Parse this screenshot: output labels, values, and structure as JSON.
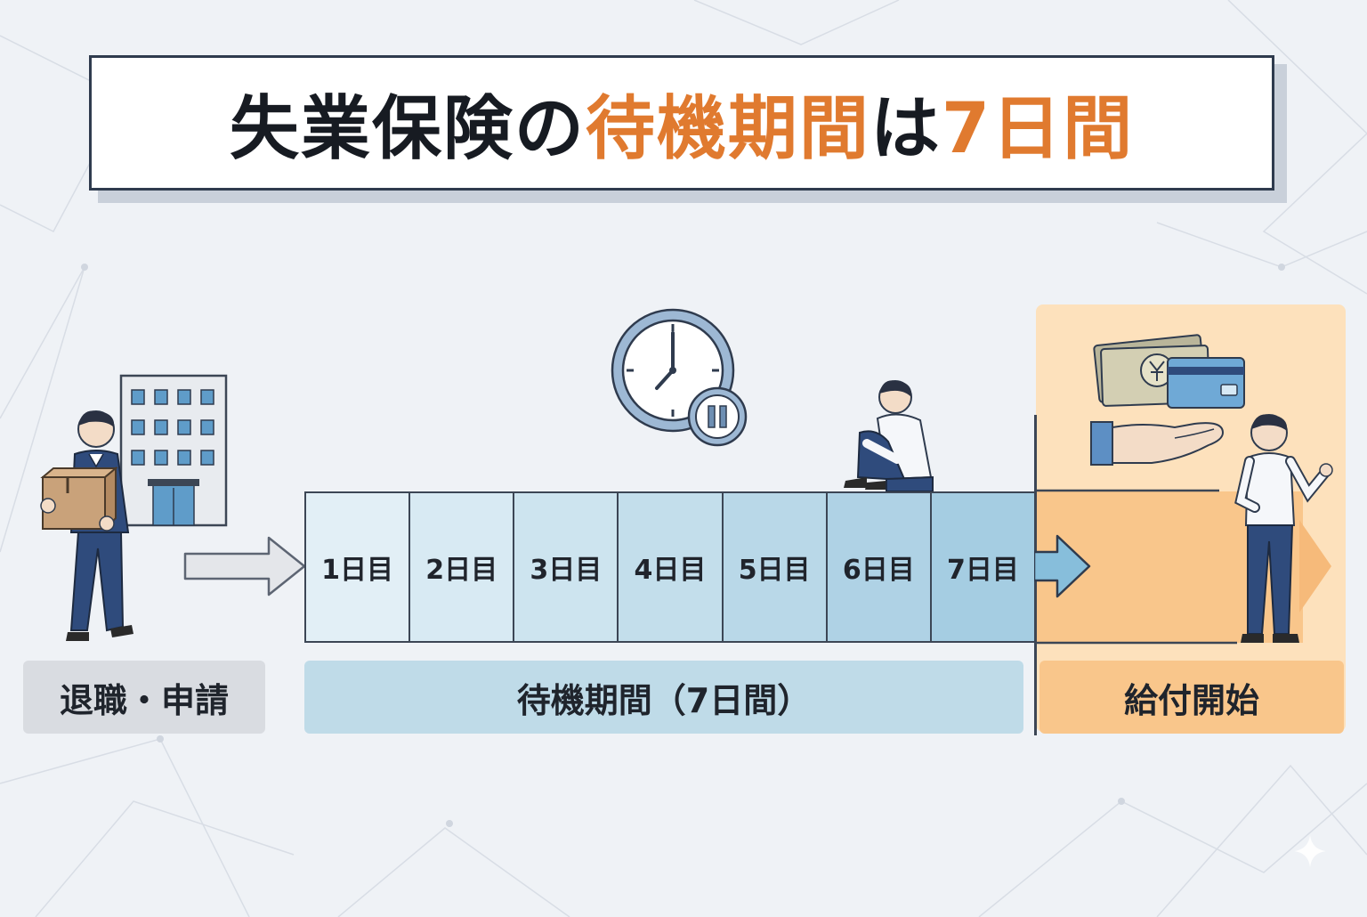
{
  "title": {
    "part1": "失業保険の",
    "part2": "待機期間",
    "part3": "は",
    "part4": "7日間"
  },
  "timeline": {
    "days": [
      "1日目",
      "2日目",
      "3日目",
      "4日目",
      "5日目",
      "6日目",
      "7日目"
    ],
    "day_colors": [
      "#e2eff6",
      "#d8eaf3",
      "#cde4ef",
      "#c3deeb",
      "#b9d8e8",
      "#afd2e5",
      "#a5cde2"
    ]
  },
  "labels": {
    "retire": "退職・申請",
    "waiting": "待機期間（7日間）",
    "benefit": "給付開始"
  },
  "colors": {
    "accent": "#e07a2f",
    "title_text": "#171b22",
    "outline": "#3c4655",
    "waiting_label": "#bfdbe8",
    "benefit_zone": "#fde1bc",
    "benefit_label": "#f9c68b"
  },
  "icons": [
    "office-building-icon",
    "person-carrying-box-icon",
    "arrow-right-icon",
    "clock-icon",
    "pause-icon",
    "sitting-person-icon",
    "cash-and-card-icon",
    "open-hand-icon",
    "cheering-person-icon"
  ]
}
